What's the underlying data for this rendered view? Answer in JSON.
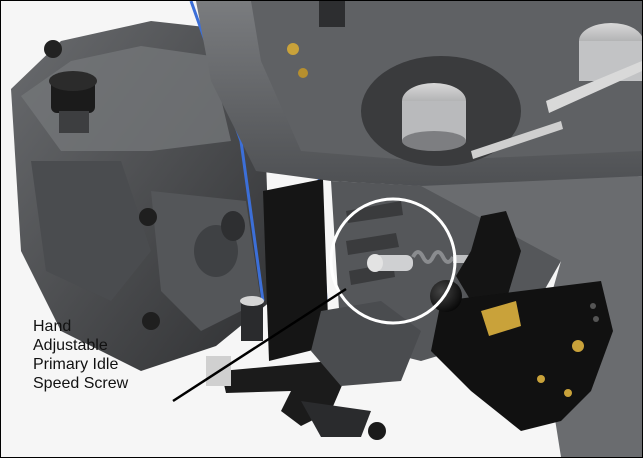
{
  "callout": {
    "lines": [
      "Hand",
      "Adjustable",
      "Primary Idle",
      "Speed Screw"
    ]
  },
  "colors": {
    "body_dark": "#3a3b3d",
    "body_mid": "#5b5d60",
    "body_light": "#8a8c8f",
    "casting_top": "#6e7073",
    "gasket_blue": "#3c6fd8",
    "black_part": "#151515",
    "brass": "#c9a23a",
    "highlight_circle": "#ffffff"
  }
}
